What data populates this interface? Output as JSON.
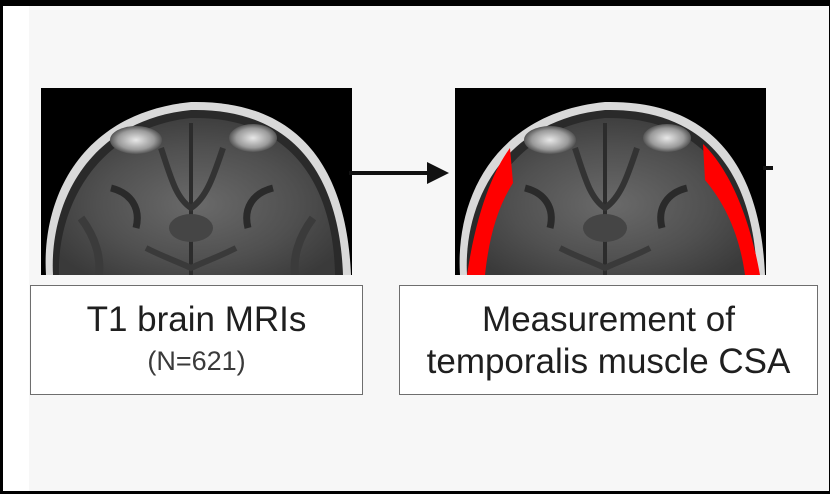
{
  "panels": [
    {
      "id": "input",
      "line1": "T1 brain MRIs",
      "line2": "(N=621)"
    },
    {
      "id": "measurement",
      "line1": "Measurement of",
      "line2": "temporalis muscle CSA"
    }
  ],
  "colors": {
    "highlight": "#ff0000",
    "arrow": "#111111",
    "box_border": "#6e6e6e"
  }
}
